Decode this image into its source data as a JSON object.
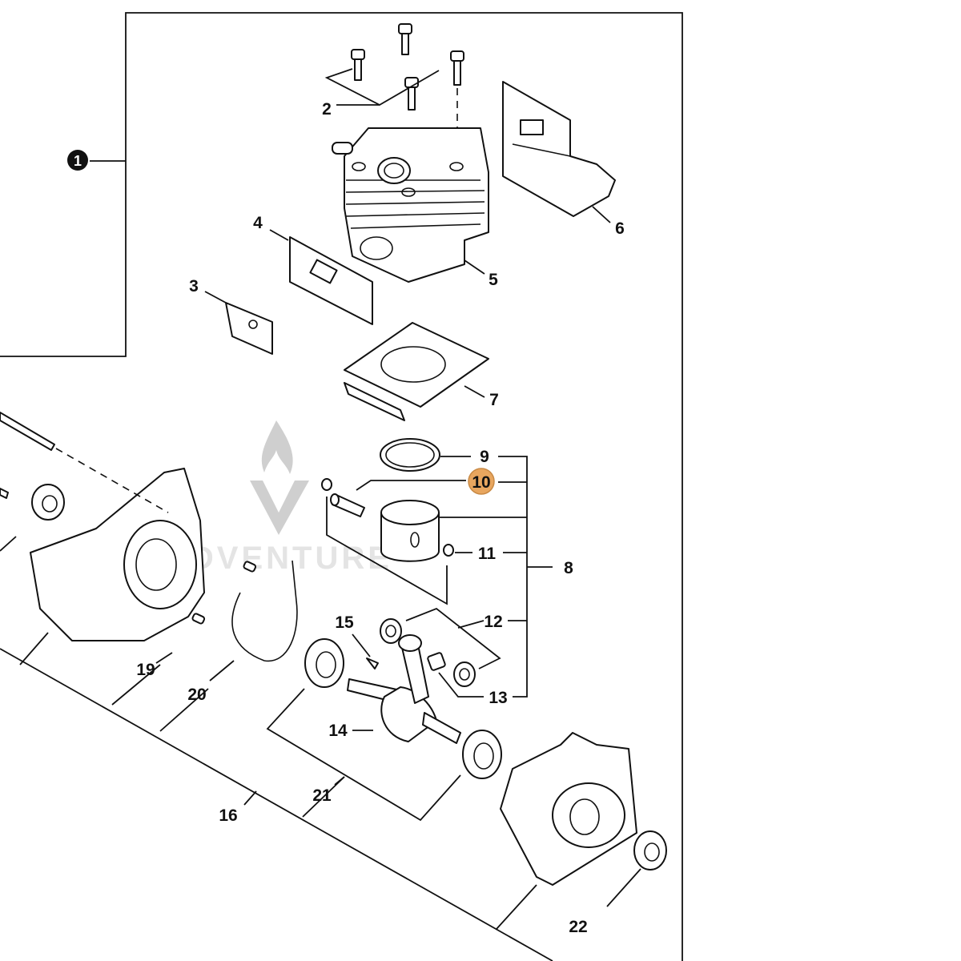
{
  "group_marker": "1",
  "highlighted_callout": "10",
  "highlight_color": "#e8a65f",
  "watermark": {
    "text": "ADVENTURE",
    "icon": "flame-logo"
  },
  "callouts": {
    "c2": "2",
    "c3": "3",
    "c4": "4",
    "c5": "5",
    "c6": "6",
    "c7": "7",
    "c8": "8",
    "c9": "9",
    "c10": "10",
    "c11": "11",
    "c12": "12",
    "c13": "13",
    "c14": "14",
    "c15": "15",
    "c16": "16",
    "c19": "19",
    "c20": "20",
    "c21": "21",
    "c22": "22"
  }
}
